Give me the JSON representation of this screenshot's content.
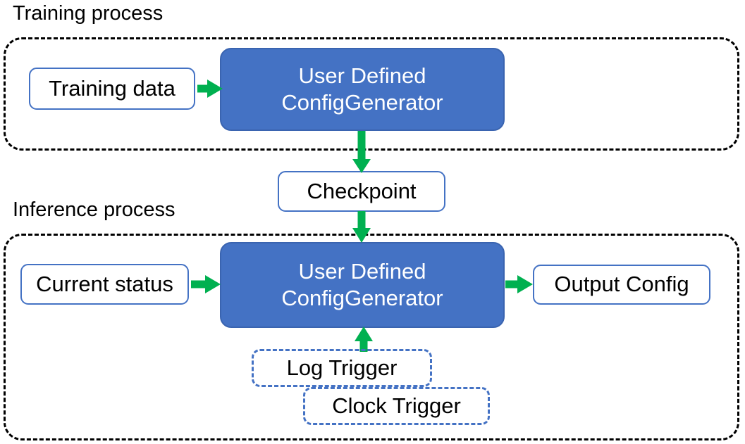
{
  "diagram": {
    "title_training": "Training process",
    "title_inference": "Inference process",
    "colors": {
      "process_fill": "#4472C4",
      "process_border": "#3A64B0",
      "node_border": "#4472C4",
      "arrow": "#00B050",
      "container_border": "#000000",
      "text_dark": "#000000",
      "text_light": "#FFFFFF",
      "background": "#FFFFFF"
    }
  },
  "training": {
    "container_label": "Training process",
    "input": {
      "label": "Training data"
    },
    "generator": {
      "line1": "User Defined",
      "line2": "ConfigGenerator"
    }
  },
  "checkpoint": {
    "label": "Checkpoint"
  },
  "inference": {
    "container_label": "Inference process",
    "input": {
      "label": "Current status"
    },
    "generator": {
      "line1": "User Defined",
      "line2": "ConfigGenerator"
    },
    "output": {
      "label": "Output Config"
    },
    "triggers": [
      {
        "label": "Log Trigger"
      },
      {
        "label": "Clock Trigger"
      }
    ]
  },
  "arrows": [
    {
      "name": "training-data-to-generator",
      "from": "Training data",
      "to": "User Defined ConfigGenerator",
      "direction": "right"
    },
    {
      "name": "generator-to-checkpoint",
      "from": "User Defined ConfigGenerator",
      "to": "Checkpoint",
      "direction": "down"
    },
    {
      "name": "checkpoint-to-inference-generator",
      "from": "Checkpoint",
      "to": "User Defined ConfigGenerator",
      "direction": "down"
    },
    {
      "name": "current-status-to-generator",
      "from": "Current status",
      "to": "User Defined ConfigGenerator",
      "direction": "right"
    },
    {
      "name": "generator-to-output-config",
      "from": "User Defined ConfigGenerator",
      "to": "Output Config",
      "direction": "right"
    },
    {
      "name": "triggers-to-generator",
      "from": "Log Trigger",
      "to": "User Defined ConfigGenerator",
      "direction": "up"
    }
  ]
}
